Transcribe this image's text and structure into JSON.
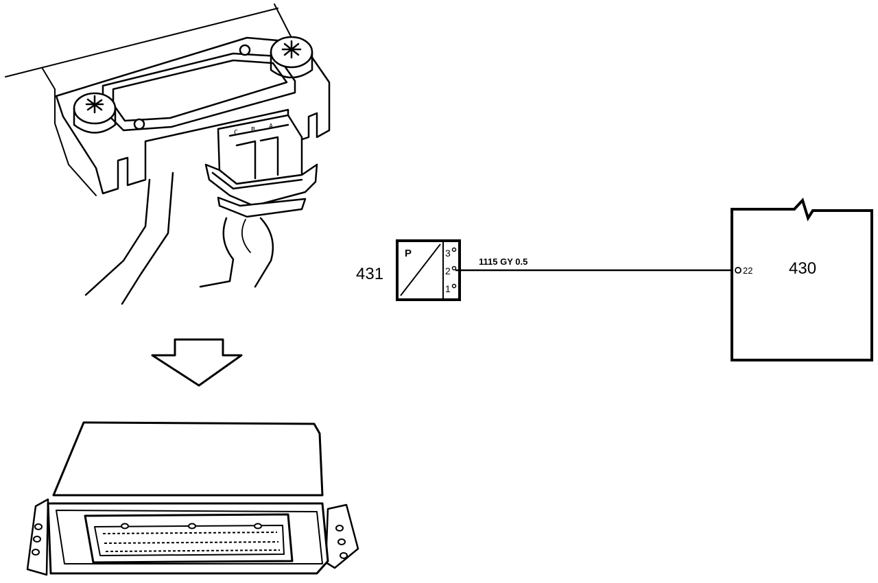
{
  "sensor_component": {
    "ref": "431",
    "symbol_letter": "P",
    "pins": [
      "3",
      "2",
      "1"
    ]
  },
  "control_unit": {
    "ref": "430",
    "pin": "22"
  },
  "wire": {
    "label": "1115 GY 0.5"
  },
  "connector_letters": [
    "C",
    "B",
    "A"
  ],
  "colors": {
    "line": "#000000",
    "background": "#ffffff"
  }
}
